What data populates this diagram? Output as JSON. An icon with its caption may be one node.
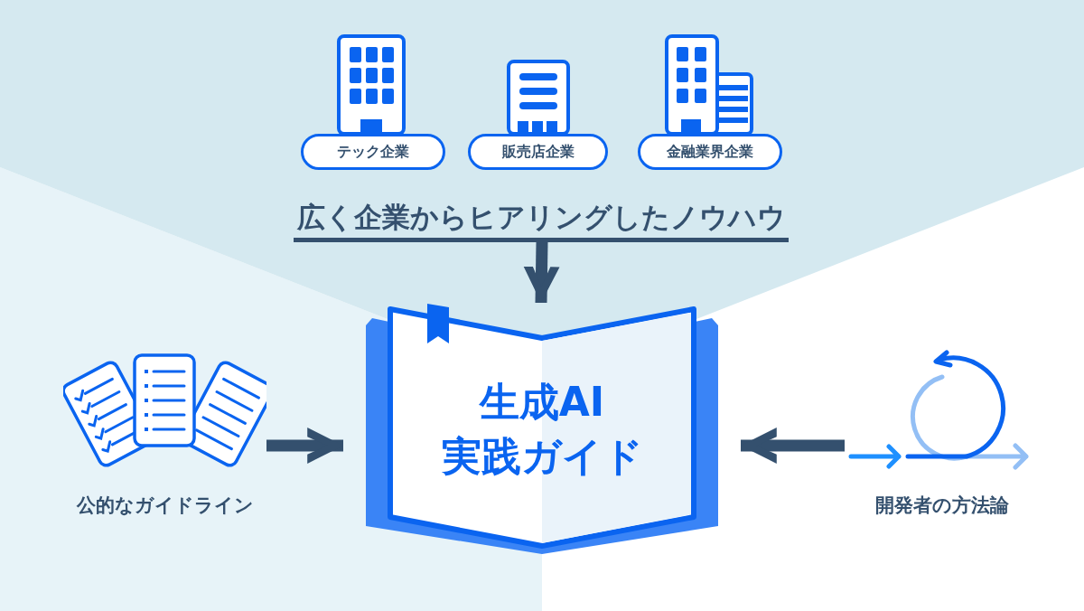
{
  "diagram": {
    "nodes": [
      {
        "text": [
          "テック企業"
        ]
      },
      {
        "text": [
          "販売店企業"
        ]
      },
      {
        "text": [
          "金融業界企業"
        ]
      },
      {
        "text": [
          "広く企業からヒアリングしたノウハウ"
        ]
      },
      {
        "text": [
          "生成AI 実践ガイド"
        ]
      },
      {
        "text": [
          "公的なガイドライン"
        ]
      },
      {
        "text": [
          "開発者の方法論"
        ]
      }
    ],
    "edges": [
      {
        "from": 3,
        "to": 4,
        "arrow": "to"
      },
      {
        "from": 5,
        "to": 4,
        "arrow": "to"
      },
      {
        "from": 6,
        "to": 4,
        "arrow": "to"
      }
    ]
  }
}
